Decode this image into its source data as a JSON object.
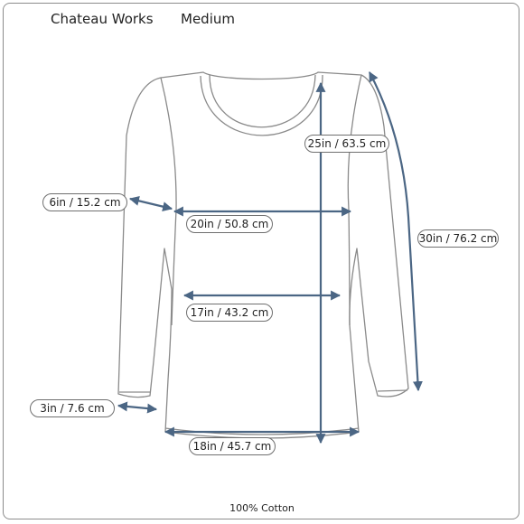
{
  "header": {
    "brand": "Chateau Works",
    "size": "Medium"
  },
  "measurements": {
    "neck_to_hem": "25in / 63.5 cm",
    "sleeve_length": "30in / 76.2 cm",
    "bicep": "6in / 15.2 cm",
    "chest": "20in / 50.8 cm",
    "waist": "17in / 43.2 cm",
    "cuff": "3in / 7.6 cm",
    "hem": "18in / 45.7 cm"
  },
  "footer": {
    "material": "100% Cotton"
  },
  "colors": {
    "arrow": "#4b6684",
    "outline": "#8a8a8a",
    "label_border": "#6f6f6f"
  }
}
